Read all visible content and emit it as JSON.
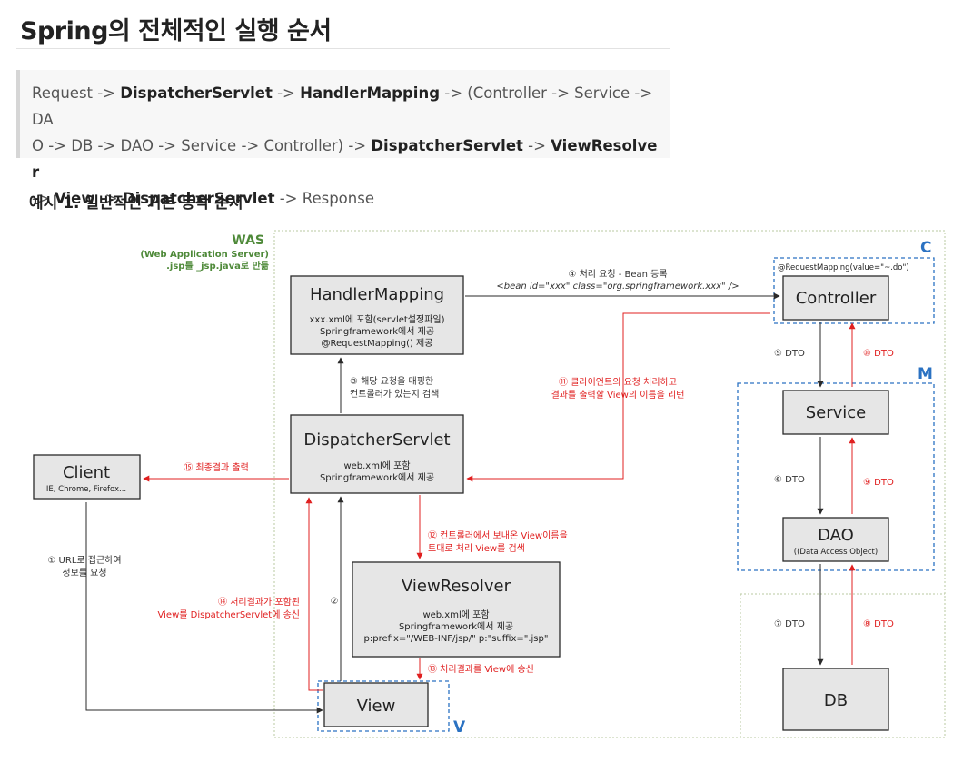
{
  "header": {
    "title": "Spring의 전체적인 실행 순서",
    "subtitle": "예시 1. 일반적인 기본 동작 순서"
  },
  "flow_text": {
    "line1": [
      {
        "text": "Request -> ",
        "bold": false
      },
      {
        "text": "DispatcherServlet",
        "bold": true
      },
      {
        "text": " -> ",
        "bold": false
      },
      {
        "text": "HandlerMapping",
        "bold": true
      },
      {
        "text": " -> (Controller -> Service -> DA",
        "bold": false
      }
    ],
    "line2": [
      {
        "text": "O -> DB -> DAO -> Service -> Controller) -> ",
        "bold": false
      },
      {
        "text": "DispatcherServlet",
        "bold": true
      },
      {
        "text": " -> ",
        "bold": false
      },
      {
        "text": "ViewResolver",
        "bold": true
      }
    ],
    "line3": [
      {
        "text": "-> ",
        "bold": false
      },
      {
        "text": "View",
        "bold": true
      },
      {
        "text": " -> ",
        "bold": false
      },
      {
        "text": "DispatcherServlet",
        "bold": true
      },
      {
        "text": " -> Response",
        "bold": false
      }
    ]
  },
  "diagram": {
    "was": {
      "title": "WAS",
      "line1": "(Web Application Server)",
      "line2": ".jsp를 _jsp.java로 만듦"
    },
    "regions": {
      "c": "C",
      "m": "M",
      "v": "V"
    },
    "nodes": {
      "handler_mapping": {
        "title": "HandlerMapping",
        "lines": [
          "xxx.xml에 포함(servlet설정파일)",
          "Springframework에서 제공",
          "@RequestMapping() 제공"
        ]
      },
      "dispatcher_servlet": {
        "title": "DispatcherServlet",
        "lines": [
          "web.xml에 포함",
          "Springframework에서 제공"
        ]
      },
      "client": {
        "title": "Client",
        "lines": [
          "IE, Chrome, Firefox..."
        ]
      },
      "view_resolver": {
        "title": "ViewResolver",
        "lines": [
          "web.xml에 포함",
          "Springframework에서 제공",
          "p:prefix=\"/WEB-INF/jsp/\"  p:\"suffix=\".jsp\""
        ]
      },
      "view": {
        "title": "View"
      },
      "controller": {
        "title": "Controller",
        "annotation": "@RequestMapping(value=\"~.do\")"
      },
      "service": {
        "title": "Service"
      },
      "dao": {
        "title": "DAO",
        "lines": [
          "((Data Access Object)"
        ]
      },
      "db": {
        "title": "DB"
      }
    },
    "steps": {
      "s1": [
        "① URL로 접근하여",
        "정보를 요청"
      ],
      "s2": "②",
      "s3": [
        "③ 해당 요청을 매핑한",
        "컨트롤러가 있는지 검색"
      ],
      "s4": [
        "④ 처리 요청 - Bean 등록",
        "<bean id=\"xxx\" class=\"org.springframework.xxx\" />"
      ],
      "s5": "⑤ DTO",
      "s6": "⑥ DTO",
      "s7": "⑦ DTO",
      "s8": "⑧ DTO",
      "s9": "⑨ DTO",
      "s10": "⑩ DTO",
      "s11": [
        "⑪ 클라이언트의 요청 처리하고",
        "결과를 출력할 View의 이름을 리턴"
      ],
      "s12": [
        "⑫ 컨트롤러에서 보내온 View이름을",
        "토대로 처리 View를 검색"
      ],
      "s13": "⑬ 처리결과를 View에 송신",
      "s14": [
        "⑭ 처리결과가 포함된",
        "View를 DispatcherServlet에 송신"
      ],
      "s15": "⑮ 최종결과 출력"
    },
    "colors": {
      "request_arrow": "#2a2a2a",
      "response_arrow": "#e02020",
      "was_label": "#4f8a3a",
      "region_label": "#2b72c2",
      "box_fill": "#e6e6e6"
    }
  }
}
